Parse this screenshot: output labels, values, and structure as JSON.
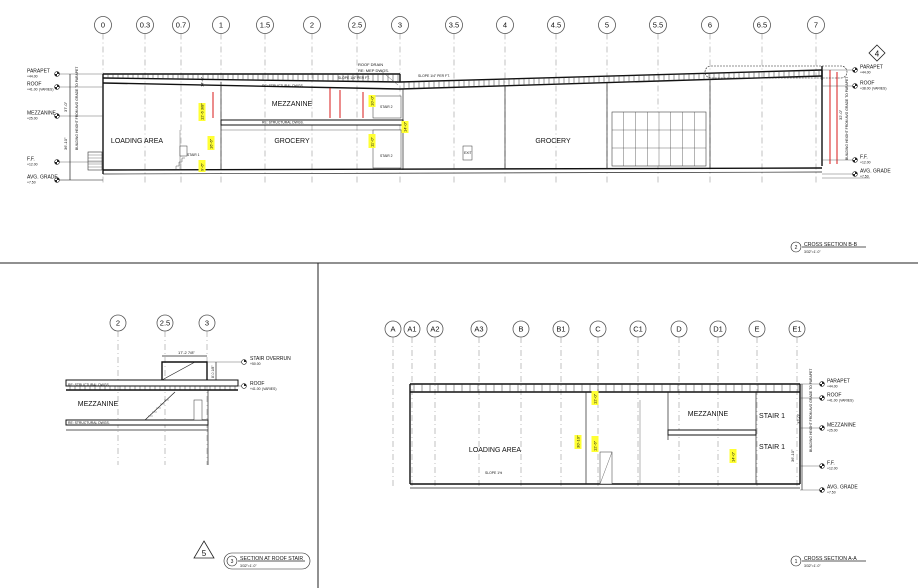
{
  "section_bb": {
    "gridlines": [
      "0",
      "0.3",
      "0.7",
      "1",
      "1.5",
      "2",
      "2.5",
      "3",
      "3.5",
      "4",
      "4.5",
      "5",
      "5.5",
      "6",
      "6.5",
      "7"
    ],
    "levels_left": [
      {
        "label": "PARAPET",
        "elev": "+44.00"
      },
      {
        "label": "ROOF",
        "elev": "+41.00",
        "note": "(VARIES)"
      },
      {
        "label": "MEZZANINE",
        "elev": "+25.00"
      },
      {
        "label": "F.F.",
        "elev": "+12.00"
      },
      {
        "label": "AVG. GRADE",
        "elev": "+7.50"
      }
    ],
    "levels_right": [
      {
        "label": "PARAPET",
        "elev": "+44.00"
      },
      {
        "label": "ROOF",
        "elev": "+38.00",
        "note": "(VARIES)"
      },
      {
        "label": "F.F.",
        "elev": "+12.00"
      },
      {
        "label": "AVG. GRADE",
        "elev": "+7.50"
      }
    ],
    "rooms": [
      "LOADING AREA",
      "MEZZANINE",
      "GROCERY",
      "GROCERY"
    ],
    "stair_labels": [
      "STAIR 1",
      "STAIR 2",
      "STAIR 2"
    ],
    "exit_label": "EXIT",
    "notes": {
      "structural_1": "RE: STRUCTURAL DWGS.",
      "structural_2": "RE: STRUCTURAL DWGS.",
      "roof_drain": "ROOF DRAIN",
      "mep": "RE: MEP DWGS.",
      "slope_1": "SLOPE 1/4\" PER FT.",
      "slope_2": "SLOPE 1/4\" PER FT."
    },
    "dims_left": [
      "36'-10\"",
      "37'-0\""
    ],
    "dim_right": "32'-0\"",
    "highlight_dims": [
      "12'-6 3/8\"",
      "16'-6\"",
      "9'-6\"",
      "10'-0\"",
      "14'-0\"",
      "11'-0\"",
      "14'-0\""
    ],
    "vertical_note": "BUILDING HEIGHT FROM AVG GRADE TO PARAPET",
    "keynote": "4",
    "title": {
      "number": "2",
      "name": "CROSS SECTION B-B",
      "scale": "3/32\"=1'-0\""
    }
  },
  "section_stair": {
    "gridlines": [
      "2",
      "2.5",
      "3"
    ],
    "dim_top": "17'-2 7/8\"",
    "dim_side": "8'-0 1/8\"",
    "levels": [
      {
        "label": "STAIR OVERRUN",
        "elev": "+50.00"
      },
      {
        "label": "ROOF",
        "elev": "+41.00",
        "note": "(VARIES)"
      }
    ],
    "room": "MEZZANINE",
    "notes": [
      "RE: STRUCTURAL DWGS.",
      "RE: STRUCTURAL DWGS."
    ],
    "keynote": "5",
    "title": {
      "number": "3",
      "name": "SECTION AT ROOF STAIR",
      "scale": "3/32\"=1'-0\""
    }
  },
  "section_aa": {
    "gridlines": [
      "A",
      "A1",
      "A2",
      "A3",
      "B",
      "B1",
      "C",
      "C1",
      "D",
      "D1",
      "E",
      "E1"
    ],
    "levels": [
      {
        "label": "PARAPET",
        "elev": "+44.00"
      },
      {
        "label": "ROOF",
        "elev": "+41.00",
        "note": "(VARIES)"
      },
      {
        "label": "MEZZANINE",
        "elev": "+25.00"
      },
      {
        "label": "F.F.",
        "elev": "+12.00"
      },
      {
        "label": "AVG. GRADE",
        "elev": "+7.50"
      }
    ],
    "rooms": [
      "LOADING AREA",
      "MEZZANINE",
      "STAIR 1",
      "STAIR 1"
    ],
    "dims": [
      "36'-10\"",
      "32'-0\""
    ],
    "highlight_dims": [
      "12'-0\"",
      "30'-10\"",
      "12'-6\"",
      "14'-0\""
    ],
    "slope": "SLOPE 1%",
    "vertical_note": "BUILDING HEIGHT FROM AVG GRADE TO PARAPET",
    "title": {
      "number": "1",
      "name": "CROSS SECTION A-A",
      "scale": "3/32\"=1'-0\""
    }
  }
}
